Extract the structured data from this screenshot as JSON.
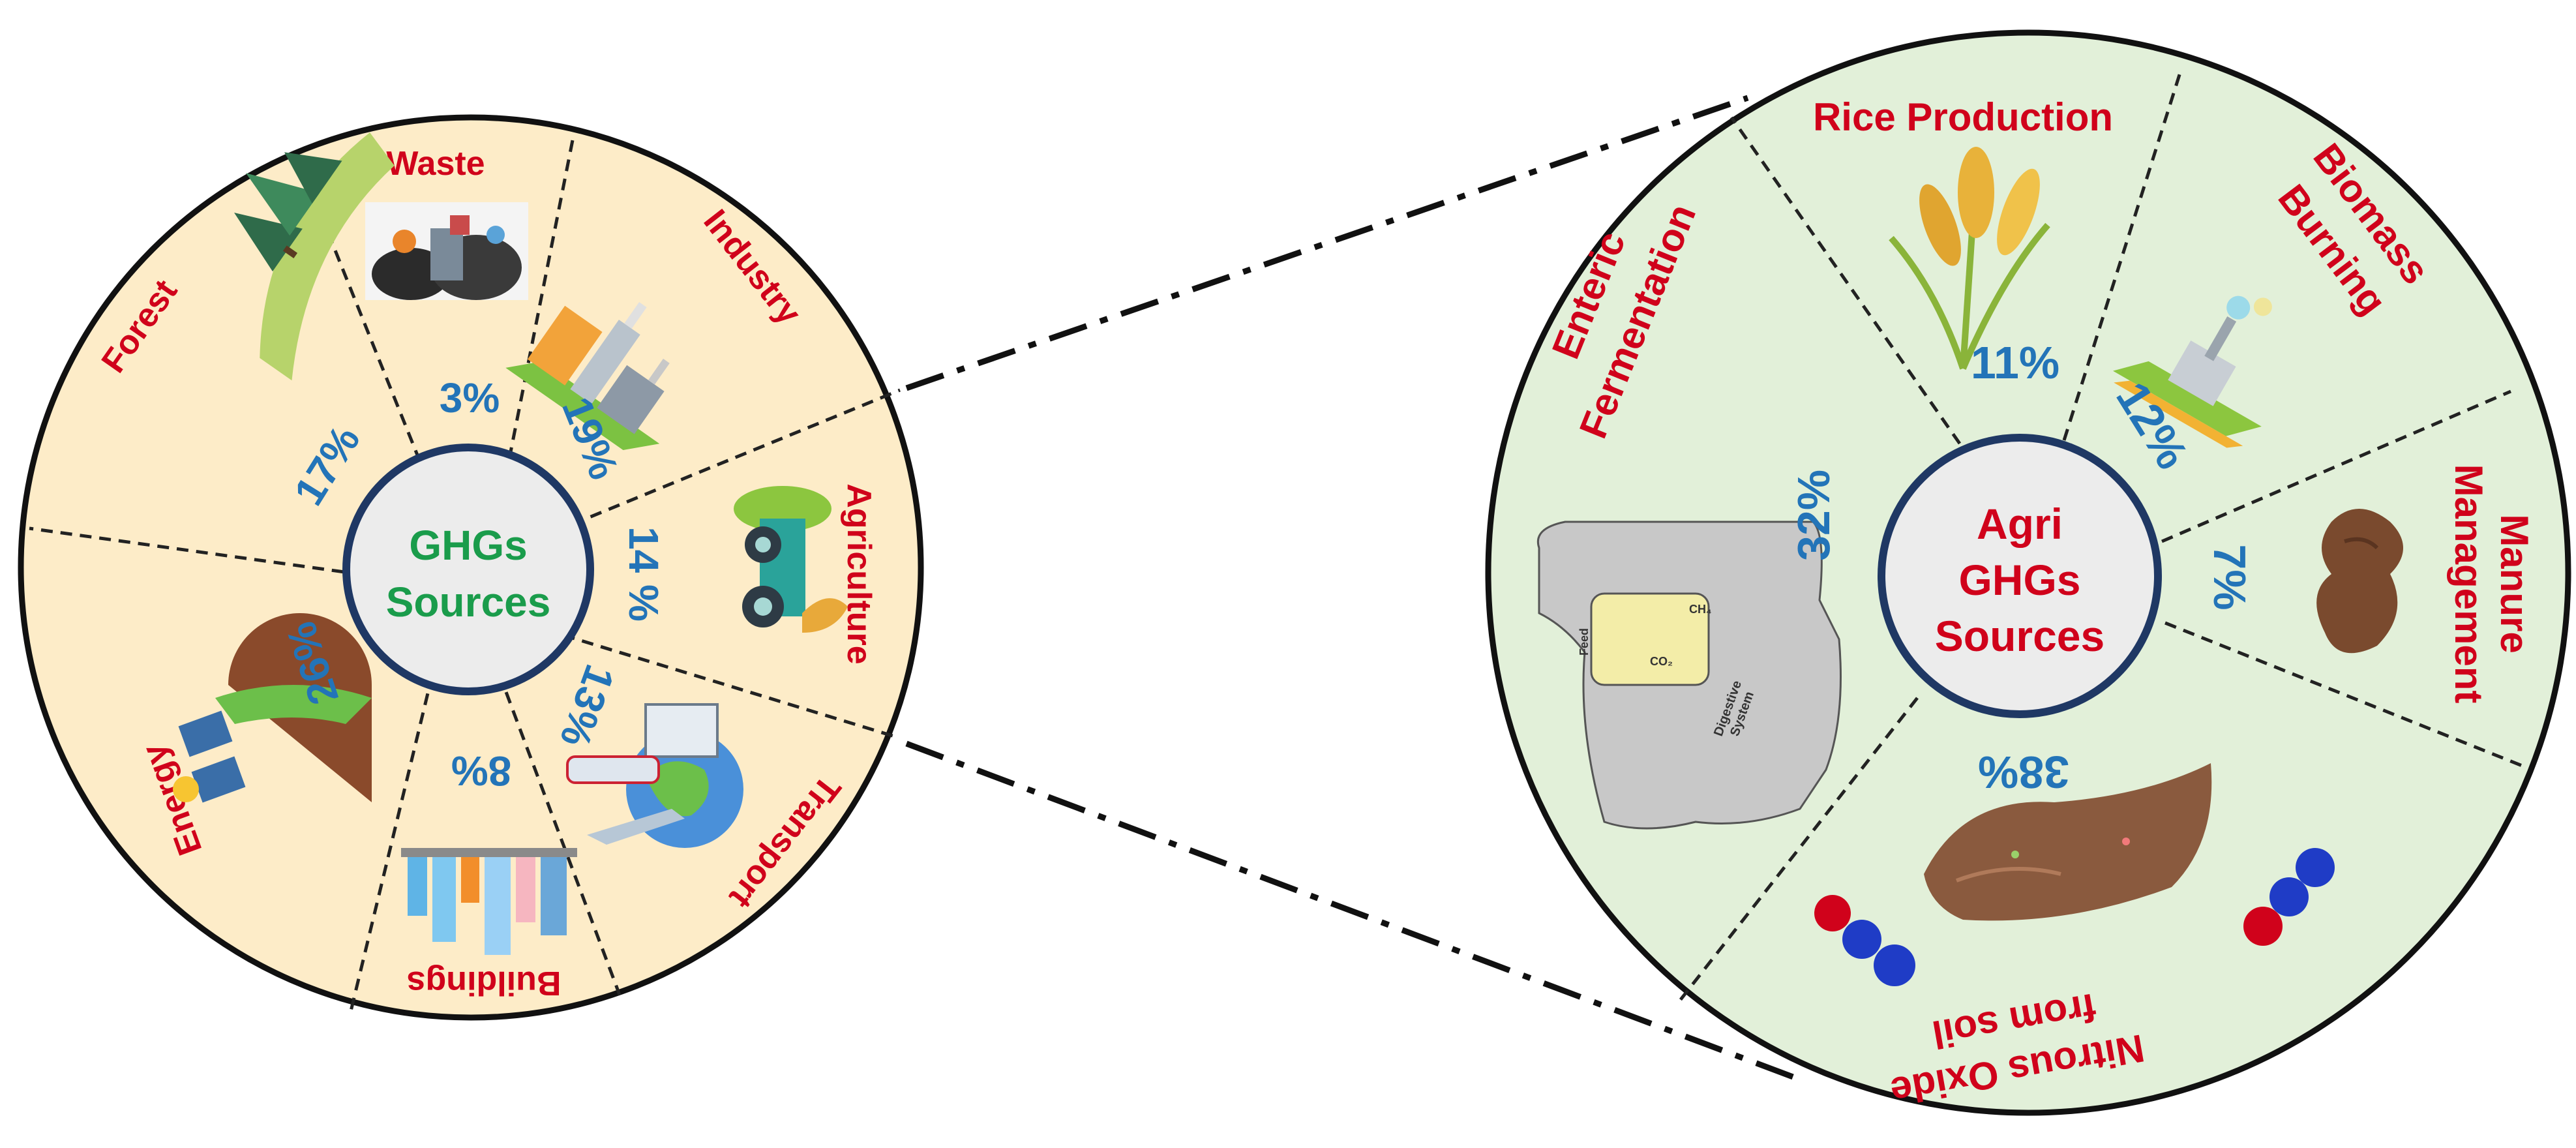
{
  "left_wheel": {
    "center_title": [
      "GHGs",
      "Sources"
    ],
    "sectors": [
      {
        "label": "Waste",
        "percent": "3%"
      },
      {
        "label": "Industry",
        "percent": "19%"
      },
      {
        "label": "Agriculture",
        "percent": "14 %"
      },
      {
        "label": "Transport",
        "percent": "13%"
      },
      {
        "label": "Buildings",
        "percent": "8%"
      },
      {
        "label": "Energy",
        "percent": "26%"
      },
      {
        "label": "Forest",
        "percent": "17%"
      }
    ]
  },
  "right_wheel": {
    "center_title": [
      "Agri",
      "GHGs",
      "Sources"
    ],
    "sectors": [
      {
        "label": "Rice Production",
        "percent": "11%"
      },
      {
        "label": "Biomass Burning",
        "label_lines": [
          "Biomass",
          "Burning"
        ],
        "percent": "12%"
      },
      {
        "label": "Manure Management",
        "label_lines": [
          "Manure",
          "Management"
        ],
        "percent": "7%"
      },
      {
        "label": "Nitrous Oxide from soil",
        "label_lines": [
          "Nitrous Oxide",
          "from soil"
        ],
        "percent": "38%"
      },
      {
        "label": "Enteric Fermentation",
        "label_lines": [
          "Enteric",
          "Fermentation"
        ],
        "percent": "32%"
      }
    ],
    "cow_diagram_text": {
      "feed": "Feed",
      "digestive_system": [
        "Digestive",
        "System"
      ],
      "ch4": "CH₄",
      "co2": "CO₂"
    }
  },
  "colors": {
    "left_fill": "#fdecc8",
    "right_fill": "#e2f0d9",
    "center_fill": "#ececec",
    "center_ring": "#1f3864",
    "label_red": "#d0021b",
    "percent_blue": "#2374b8",
    "center_green": "#1a9c4b"
  }
}
